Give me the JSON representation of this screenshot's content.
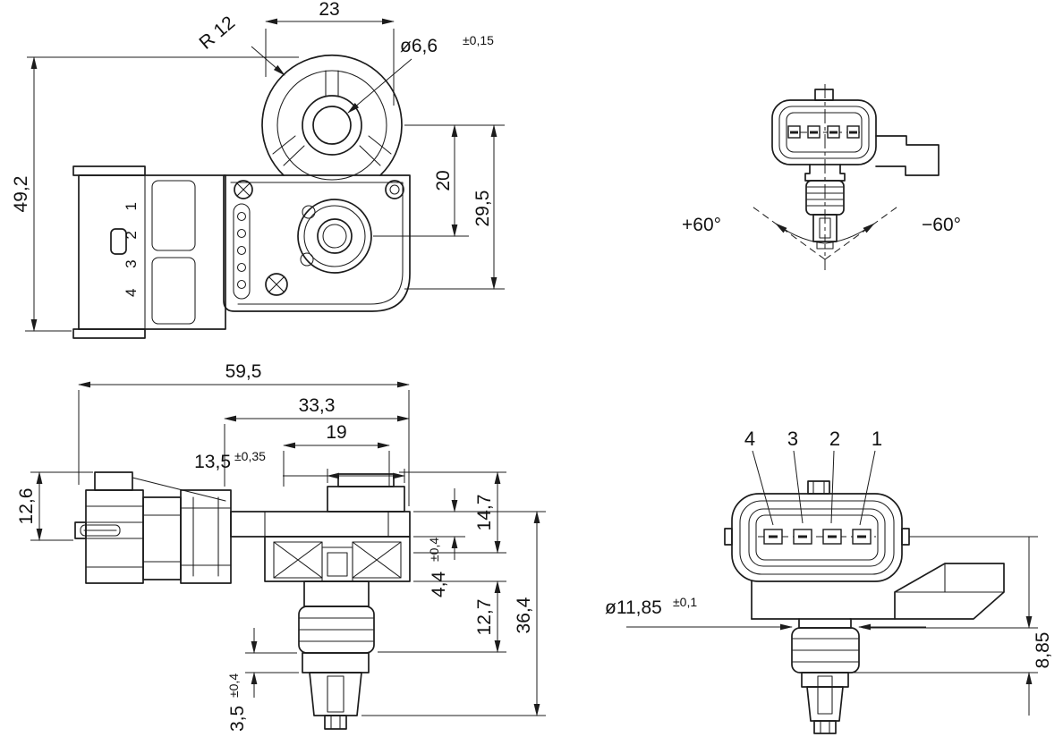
{
  "colors": {
    "line": "#1c1c1c",
    "background": "#ffffff"
  },
  "top_view": {
    "dim_width_top": "23",
    "dim_radius": "R 12",
    "dim_hole_dia": "ø6,6",
    "dim_hole_tol": "±0,15",
    "dim_overall_height": "49,2",
    "dim_center_offset": "20",
    "dim_center_to_base": "29,5",
    "connector_pins": "4 3 2 1"
  },
  "swing_view": {
    "angle_pos": "+60°",
    "angle_neg": "−60°"
  },
  "side_view": {
    "dim_overall_width": "59,5",
    "dim_body_width": "33,3",
    "dim_19": "19",
    "dim_boss_width": "13,5",
    "dim_boss_tol": "±0,35",
    "dim_connector_height": "12,6",
    "dim_upper_height": "14,7",
    "dim_flange_thickness": "4,4",
    "dim_flange_tol": "±0,4",
    "dim_port_section": "12,7",
    "dim_lower_height": "36,4",
    "dim_collar": "3,5",
    "dim_collar_tol": "±0,4"
  },
  "front_view": {
    "pin_labels": [
      "4",
      "3",
      "2",
      "1"
    ],
    "dim_port_dia": "ø11,85",
    "dim_port_tol": "±0,1",
    "dim_rib_height": "8,85"
  }
}
